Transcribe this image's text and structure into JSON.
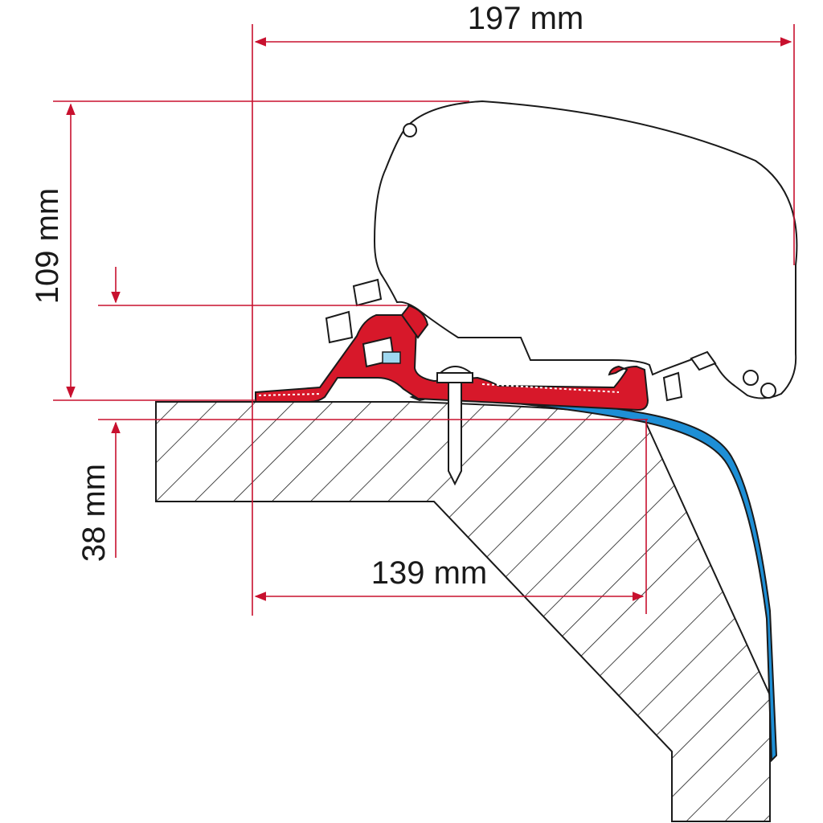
{
  "dimensions": {
    "total_width": "197 mm",
    "total_height": "109 mm",
    "rail_offset": "38 mm",
    "adapter_width": "139 mm"
  },
  "colors": {
    "dimension_line": "#c8102e",
    "adapter": "#d7182a",
    "seal": "#1e8fd6",
    "outline": "#1a1a1a"
  }
}
